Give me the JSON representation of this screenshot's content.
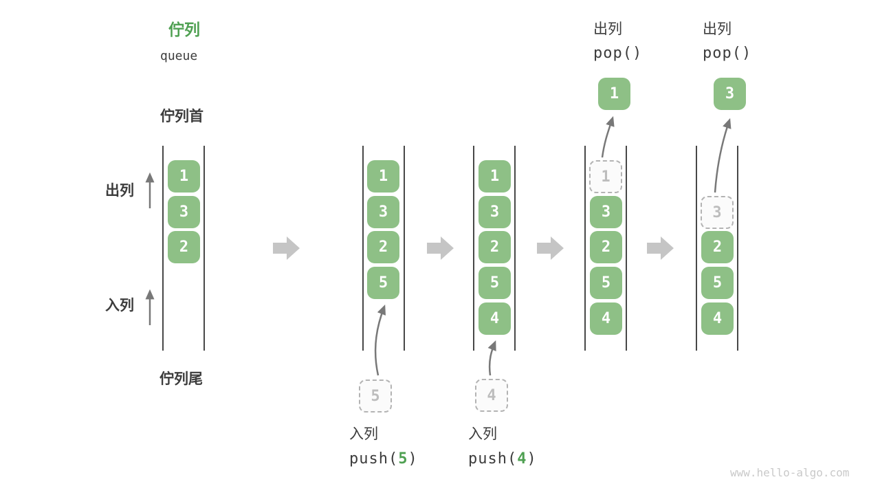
{
  "header": {
    "title_zh": "佇列",
    "title_en": "queue"
  },
  "side": {
    "front": "佇列首",
    "rear": "佇列尾",
    "dequeue": "出列",
    "enqueue": "入列"
  },
  "watermark": "www.hello-algo.com",
  "colors": {
    "cell_green": "#8EC086",
    "title_green": "#4FA052",
    "ink": "#3C3C3C",
    "line": "#474747",
    "arrow": "#787878",
    "block_arrow": "#C5C5C5",
    "ghost_border": "#B3B3B3",
    "ghost_text": "#BDBDBD",
    "ghost_bg": "#FBFBFB",
    "watermark_gray": "#C9C9C9"
  },
  "states": [
    {
      "cells": [
        "1",
        "3",
        "2"
      ]
    },
    {
      "cells": [
        "1",
        "3",
        "2",
        "5"
      ],
      "pending": "5",
      "op": {
        "zh": "入列",
        "fn": "push(",
        "arg": "5",
        "close": ")"
      }
    },
    {
      "cells": [
        "1",
        "3",
        "2",
        "5",
        "4"
      ],
      "pending": "4",
      "op": {
        "zh": "入列",
        "fn": "push(",
        "arg": "4",
        "close": ")"
      }
    },
    {
      "ghost": "1",
      "cells": [
        "3",
        "2",
        "5",
        "4"
      ],
      "popped": "1",
      "op": {
        "zh": "出列",
        "fn": "pop(",
        "close": ")"
      }
    },
    {
      "ghost": "3",
      "cells": [
        "2",
        "5",
        "4"
      ],
      "popped": "3",
      "op": {
        "zh": "出列",
        "fn": "pop(",
        "close": ")"
      }
    }
  ]
}
